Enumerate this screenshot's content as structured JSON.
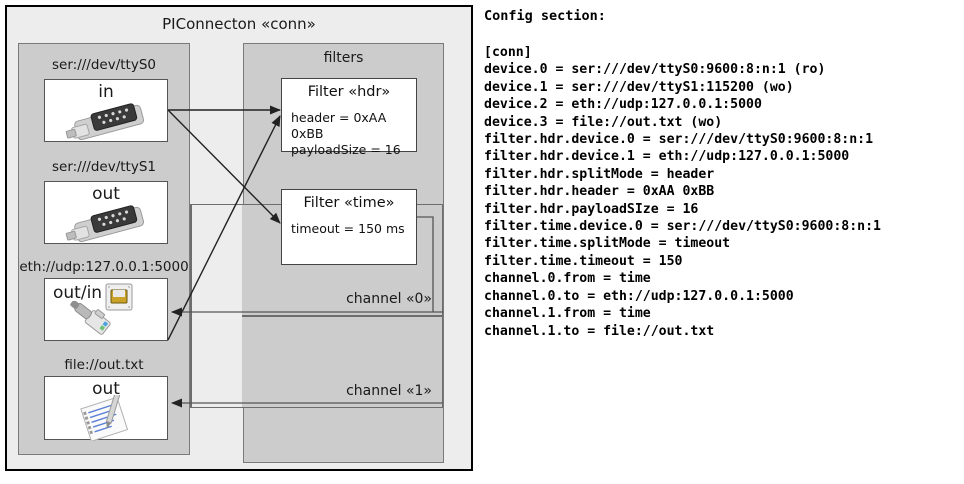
{
  "diagram": {
    "title": "PIConnecton «conn»",
    "devices_panel": {
      "name": "devices-panel",
      "devices": [
        {
          "label": "ser:///dev/ttyS0",
          "mode": "in",
          "icon": "serial-port-icon"
        },
        {
          "label": "ser:///dev/ttyS1",
          "mode": "out",
          "icon": "serial-port-icon"
        },
        {
          "label": "eth://udp:127.0.0.1:5000",
          "mode": "out/in",
          "icon": "ethernet-plug-icon"
        },
        {
          "label": "file://out.txt",
          "mode": "out",
          "icon": "text-file-icon"
        }
      ]
    },
    "filters_panel": {
      "title": "filters",
      "filters": [
        {
          "title": "Filter «hdr»",
          "props": [
            "header = 0xAA 0xBB",
            "payloadSize = 16"
          ]
        },
        {
          "title": "Filter «time»",
          "props": [
            "timeout = 150 ms"
          ]
        }
      ],
      "channels": [
        {
          "label": "channel «0»"
        },
        {
          "label": "channel «1»"
        }
      ]
    }
  },
  "config": {
    "heading": "Config section:",
    "lines": [
      "[conn]",
      "device.0 = ser:///dev/ttyS0:9600:8:n:1 (ro)",
      "device.1 = ser:///dev/ttyS1:115200 (wo)",
      "device.2 = eth://udp:127.0.0.1:5000",
      "device.3 = file://out.txt (wo)",
      "filter.hdr.device.0 = ser:///dev/ttyS0:9600:8:n:1",
      "filter.hdr.device.1 = eth://udp:127.0.0.1:5000",
      "filter.hdr.splitMode = header",
      "filter.hdr.header = 0xAA 0xBB",
      "filter.hdr.payloadSIze = 16",
      "filter.time.device.0 = ser:///dev/ttyS0:9600:8:n:1",
      "filter.time.splitMode = timeout",
      "filter.time.timeout = 150",
      "channel.0.from = time",
      "channel.0.to = eth://udp:127.0.0.1:5000",
      "channel.1.from = time",
      "channel.1.to = file://out.txt"
    ]
  },
  "colors": {
    "outer_bg": "#ededed",
    "panel_bg": "#cccccc",
    "card_bg": "#ffffff",
    "border": "#000000",
    "line": "#333333"
  }
}
